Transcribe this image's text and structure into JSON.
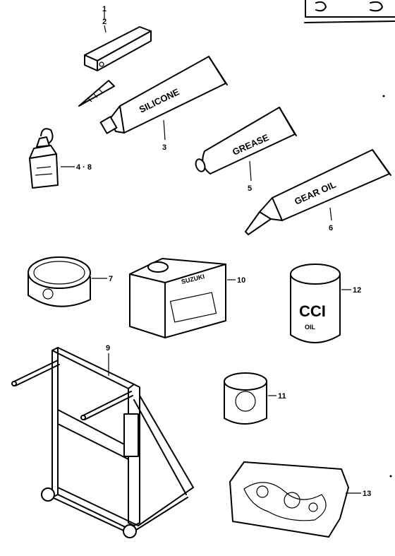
{
  "callouts": {
    "c1": "1",
    "c2": "2",
    "c3": "3",
    "c48": "4 · 8",
    "c5": "5",
    "c6": "6",
    "c7": "7",
    "c9": "9",
    "c10": "10",
    "c11": "11",
    "c12": "12",
    "c13": "13"
  },
  "labels": {
    "silicone": "SILICONE",
    "grease": "GREASE",
    "gear_oil": "GEAR OIL",
    "suzuki": "SUZUKI",
    "cci": "CCI",
    "oil": "OIL"
  }
}
